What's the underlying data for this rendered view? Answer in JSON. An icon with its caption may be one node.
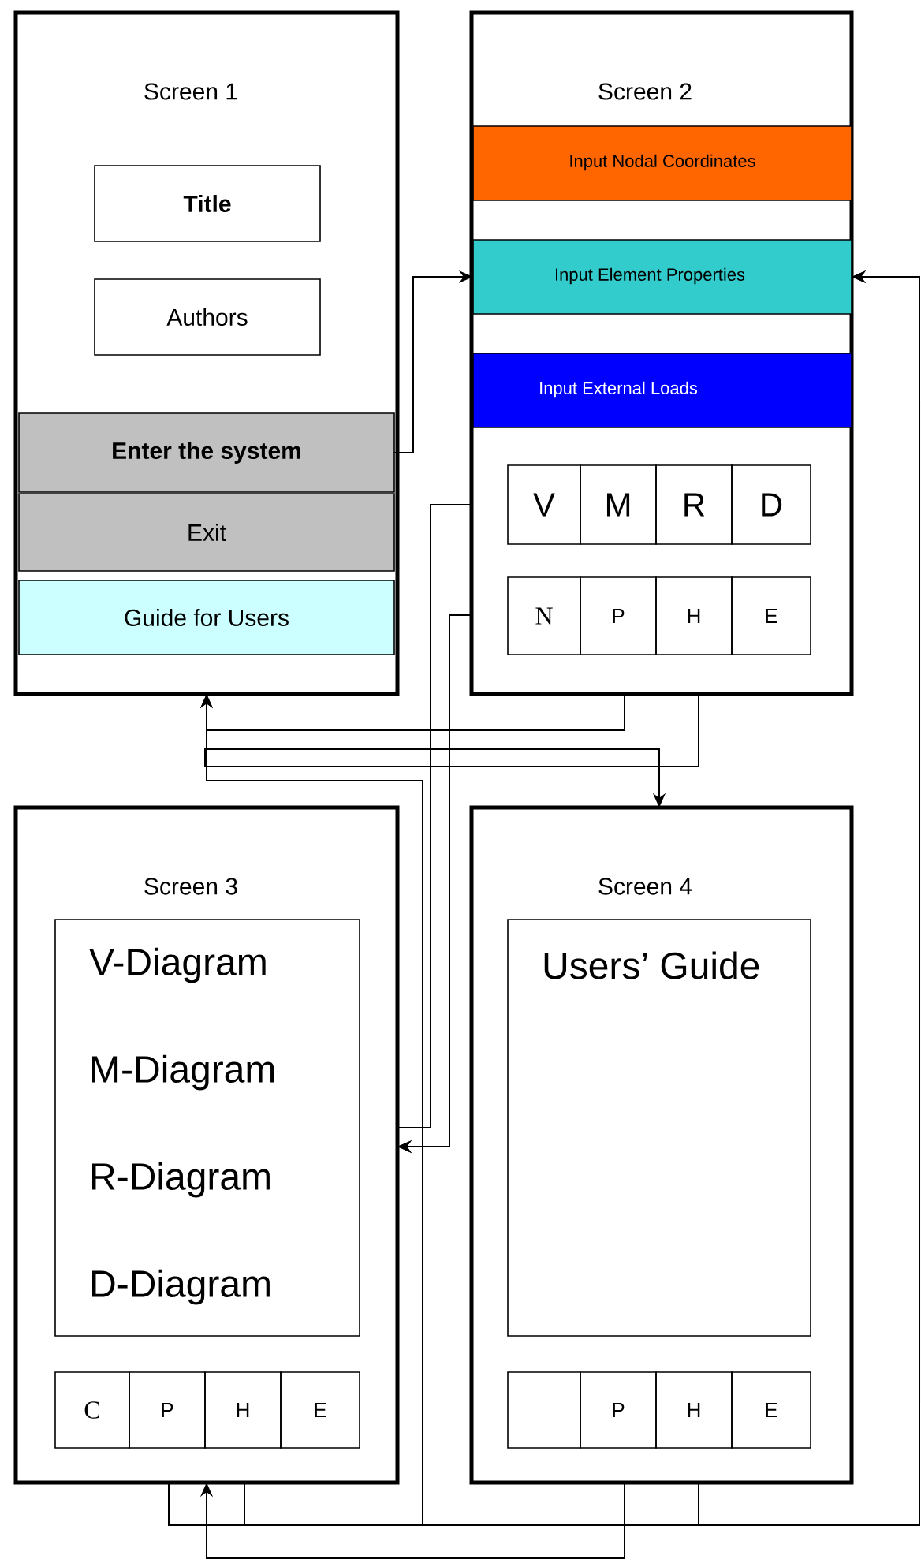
{
  "diagram": {
    "nodes": [
      {
        "text": [
          "Screen 1"
        ]
      },
      {
        "text": [
          "Title"
        ],
        "in": 0
      },
      {
        "text": [
          "Authors"
        ],
        "in": 0
      },
      {
        "text": [
          "Enter the system"
        ],
        "in": 0
      },
      {
        "text": [
          "Exit"
        ],
        "in": 0
      },
      {
        "text": [
          "Guide for Users"
        ],
        "in": 0
      },
      {
        "text": [
          "Screen 2"
        ]
      },
      {
        "text": [
          "Input Nodal Coordinates"
        ],
        "in": 6
      },
      {
        "text": [
          "Input Element Properties"
        ],
        "in": 6
      },
      {
        "text": [
          "Input External Loads"
        ],
        "in": 6
      },
      {
        "text": [
          "V"
        ],
        "in": 6
      },
      {
        "text": [
          "M"
        ],
        "in": 6
      },
      {
        "text": [
          "R"
        ],
        "in": 6
      },
      {
        "text": [
          "D"
        ],
        "in": 6
      },
      {
        "text": [
          "N"
        ],
        "in": 6
      },
      {
        "text": [
          "P"
        ],
        "in": 6
      },
      {
        "text": [
          "H"
        ],
        "in": 6
      },
      {
        "text": [
          "E"
        ],
        "in": 6
      },
      {
        "text": [
          "Screen 3"
        ]
      },
      {
        "text": [
          "V-Diagram",
          "M-Diagram",
          "R-Diagram",
          "D-Diagram"
        ],
        "in": 18
      },
      {
        "text": [
          "C"
        ],
        "in": 18
      },
      {
        "text": [
          "P"
        ],
        "in": 18
      },
      {
        "text": [
          "H"
        ],
        "in": 18
      },
      {
        "text": [
          "E"
        ],
        "in": 18
      },
      {
        "text": [
          "Screen 4"
        ]
      },
      {
        "text": [
          "Users’ Guide"
        ],
        "in": 24
      },
      {
        "text": [],
        "shape": "box",
        "in": 24
      },
      {
        "text": [
          "P"
        ],
        "in": 24
      },
      {
        "text": [
          "H"
        ],
        "in": 24
      },
      {
        "text": [
          "E"
        ],
        "in": 24
      }
    ],
    "edges": [
      {
        "from": 3,
        "to": 8,
        "arrow": "to"
      },
      {
        "from": 6,
        "to": 0,
        "arrow": "to"
      },
      {
        "from": 6,
        "to": 24,
        "arrow": "to"
      },
      {
        "from": 6,
        "to": 18,
        "arrow": "none"
      },
      {
        "from": 6,
        "to": 18,
        "arrow": "to"
      },
      {
        "from": 18,
        "to": 8,
        "arrow": "to"
      },
      {
        "from": 24,
        "to": 8,
        "arrow": "to"
      },
      {
        "from": 24,
        "to": 18,
        "arrow": "to"
      },
      {
        "from": 18,
        "to": 0,
        "arrow": "to"
      },
      {
        "from": 24,
        "to": 18,
        "arrow": "to"
      }
    ]
  }
}
